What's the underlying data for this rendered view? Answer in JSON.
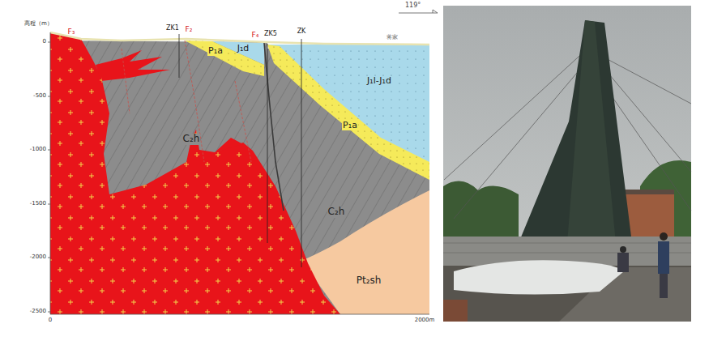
{
  "diagram": {
    "labels": [
      "119°",
      "高程（m）",
      "0",
      "-500",
      "-1000",
      "-1500",
      "-2000",
      "-2500",
      "0",
      "2000m",
      "F₃",
      "ZK1",
      "F₂",
      "F₄",
      "ZK5",
      "ZK",
      "蒋家",
      "P₁a",
      "J₁d",
      "J₁l-J₁d",
      "C₂h",
      "P₁a",
      "C₂h",
      "Pt₂sh"
    ]
  }
}
